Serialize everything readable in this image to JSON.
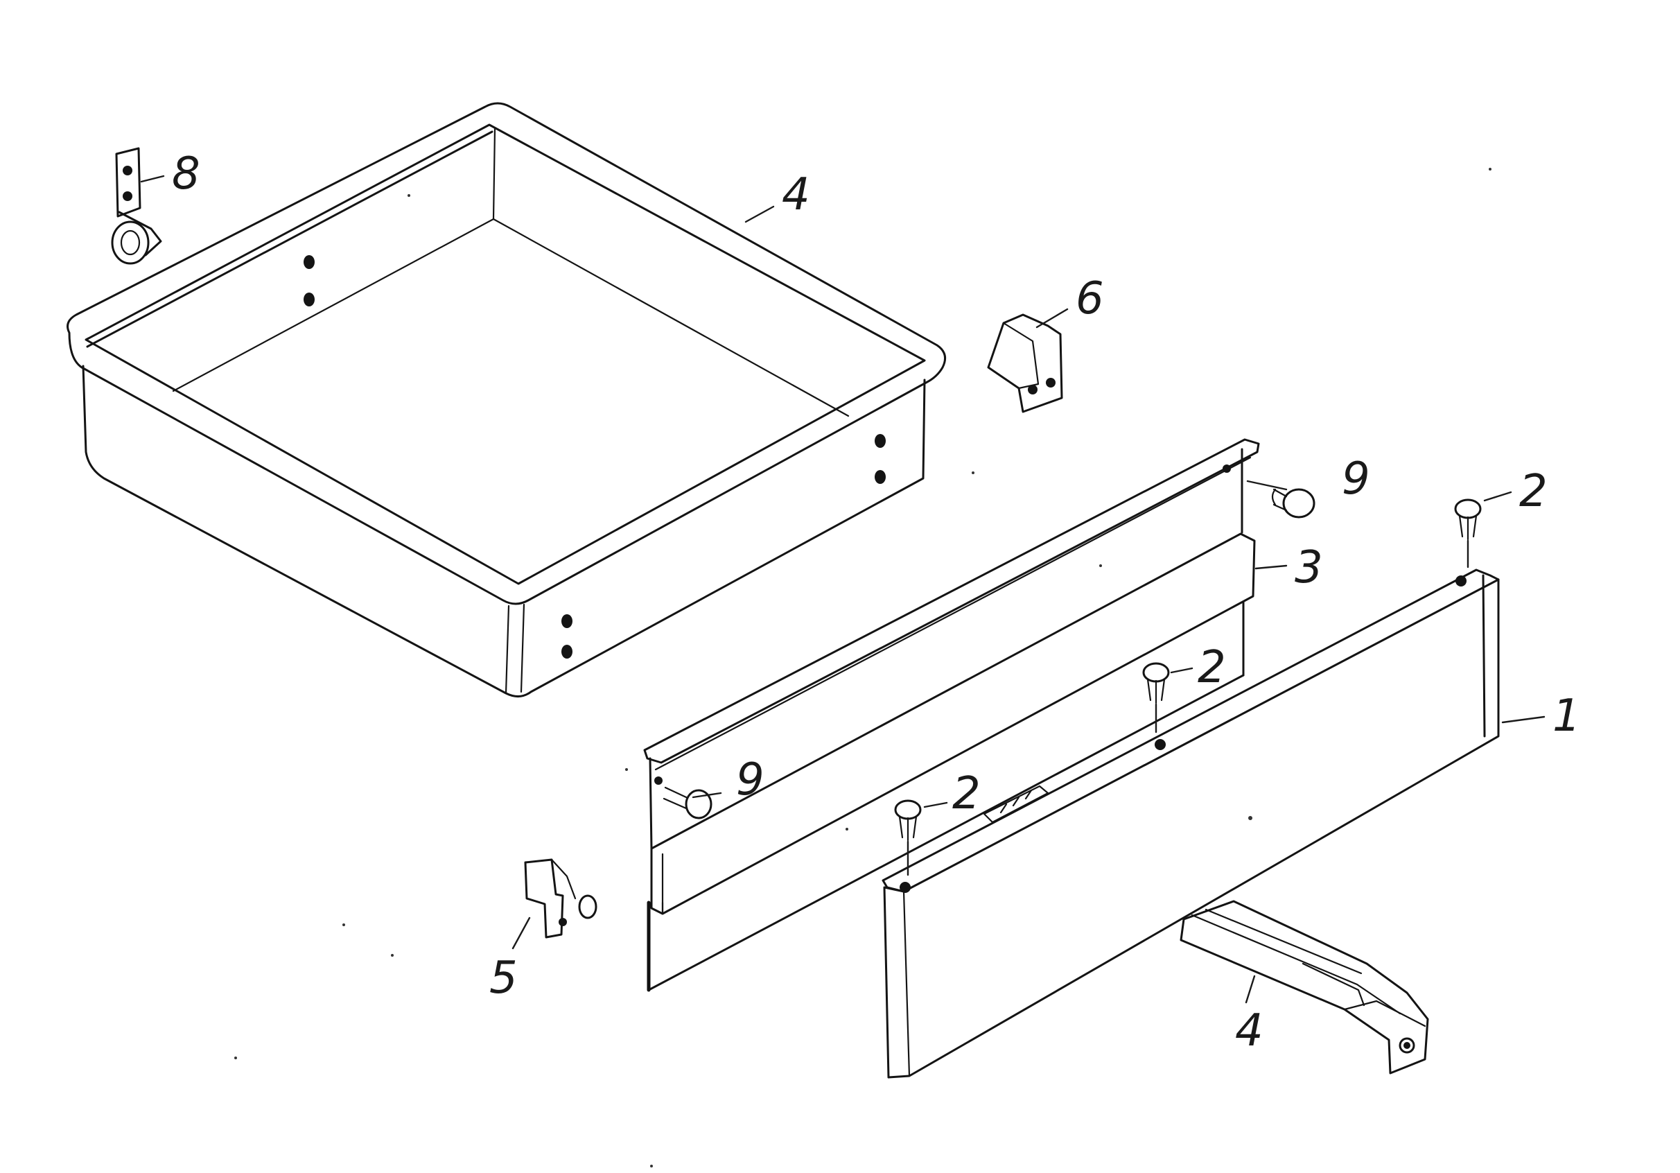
{
  "callouts": {
    "front_panel": "1",
    "rivet_top": "2",
    "rivet_mid": "2",
    "rivet_low": "2",
    "back_panel": "3",
    "tray": "4",
    "side_rail": "4",
    "left_bracket": "5",
    "right_bracket": "6",
    "roller": "8",
    "pin_right": "9",
    "pin_left": "9"
  }
}
